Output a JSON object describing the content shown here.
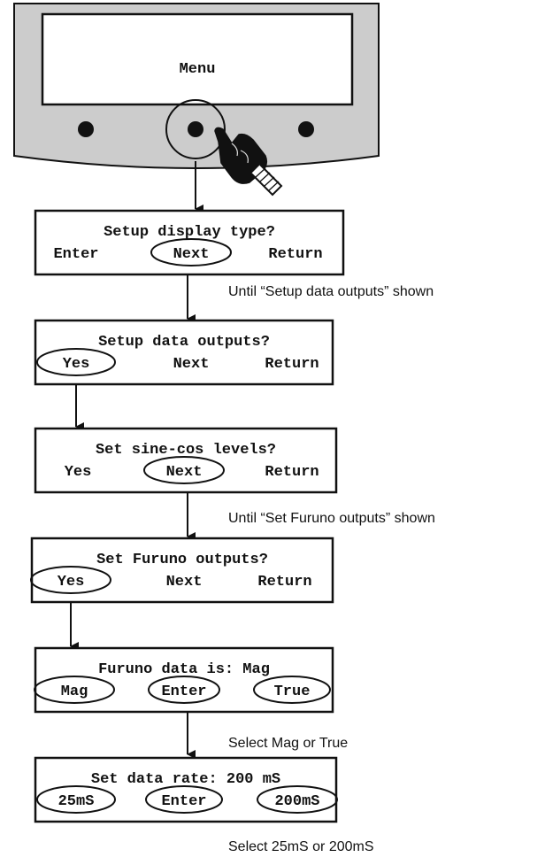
{
  "device": {
    "screen_text": "Menu"
  },
  "screens": [
    {
      "line1": "Setup display type?",
      "options": [
        "Enter",
        "Next",
        "Return"
      ],
      "selected": 1,
      "note": "Until “Setup data outputs” shown"
    },
    {
      "line1": "Setup data outputs?",
      "options": [
        "Yes",
        "Next",
        "Return"
      ],
      "selected": 0,
      "note": ""
    },
    {
      "line1": "Set sine-cos levels?",
      "options": [
        "Yes",
        "Next",
        "Return"
      ],
      "selected": 1,
      "note": "Until “Set Furuno outputs” shown"
    },
    {
      "line1": "Set Furuno outputs?",
      "options": [
        "Yes",
        "Next",
        "Return"
      ],
      "selected": 0,
      "note": ""
    },
    {
      "line1": "Furuno data is: Mag",
      "options": [
        "Mag",
        "Enter",
        "True"
      ],
      "selected": [
        0,
        1,
        2
      ],
      "note": "Select Mag or True"
    },
    {
      "line1": "Set data rate: 200 mS",
      "options": [
        "25mS",
        "Enter",
        "200mS"
      ],
      "selected": [
        0,
        1,
        2
      ],
      "note": "Select 25mS or 200mS"
    }
  ],
  "colors": {
    "line": "#111111",
    "device_fill": "#cccccc",
    "screen_fill": "#ffffff"
  },
  "icons": [
    "pressing-hand-icon",
    "button-icon"
  ]
}
